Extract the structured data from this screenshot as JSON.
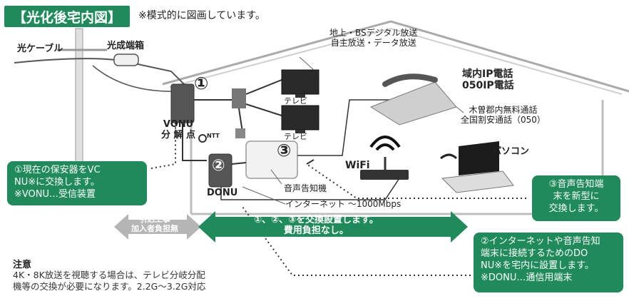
{
  "header": {
    "title": "【光化後宅内図】",
    "subtitle": "※模式的に図画しています。"
  },
  "labels": {
    "fiber_cable": "光ケーブル",
    "fiber_box": "光成端箱",
    "broadcast": "地上・BSデジタル放送\n自主放送・データ放送",
    "ip_phone": "域内IP電話\n050IP電話",
    "call_info": "木曽郡内無料通話\n全国割安通話（050）",
    "tv1": "テレビ",
    "tv2": "テレビ",
    "vonu": "VONU\n分 解 点",
    "donu": "DONU",
    "wifi": "WiFi",
    "pc": "パソコン",
    "voice_device": "音声告知機",
    "internet": "インターネット ～1000Mbps",
    "num1": "①",
    "num2": "②",
    "num3": "③",
    "ntt": "NTT"
  },
  "callouts": {
    "left": "①現在の保安器をVC\nNU※に交換します。\n※VONU…受信装置",
    "right_top": "③音声告知端\n末を新型に\n交換します。",
    "right_bottom": "②インターネットや音声告知\n端末に接続するためのDO\nNU※を宅内に設置します。\n※DONU…通信用端末"
  },
  "arrows": {
    "left_band": "引込工事\n加入者負担無",
    "main_band": "①、②、③を交換設置します。\n費用負担なし。"
  },
  "notes": {
    "heading": "注意",
    "body": "4K・8K放送を視聴する場合は、テレビ分岐分配\n機等の交換が必要になります。2.2G～3.2G対応"
  },
  "colors": {
    "brand_green": "#1f8a5a",
    "band_gray": "#b5b5b5",
    "line_gray": "#888888"
  }
}
